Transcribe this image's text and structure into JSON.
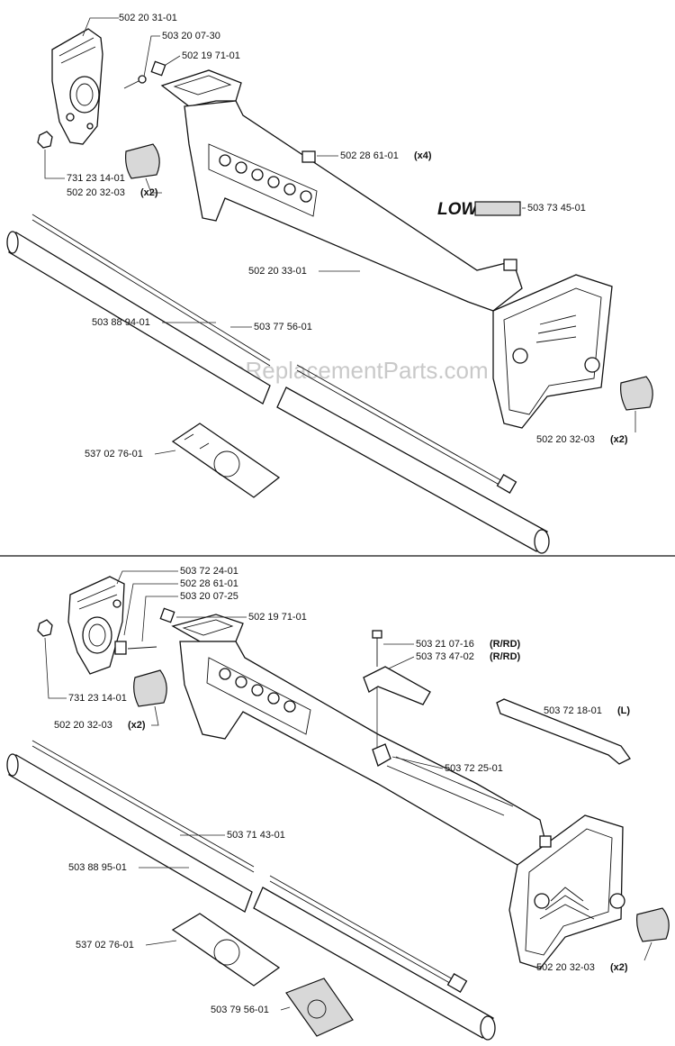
{
  "watermark": "eReplacementParts.com",
  "logo_text": "LOW",
  "top_labels": {
    "p1": "502 20 31-01",
    "p2": "503 20 07-30",
    "p3": "502 19 71-01",
    "p4": "502 28 61-01",
    "p4q": "(x4)",
    "p5": "503 73 45-01",
    "p6": "731 23 14-01",
    "p7": "502 20 32-03",
    "p7q": "(x2)",
    "p8": "502 20 33-01",
    "p9": "503 88 94-01",
    "p10": "503 77 56-01",
    "p11": "537 02 76-01",
    "p12": "502 20 32-03",
    "p12q": "(x2)"
  },
  "bottom_labels": {
    "p1": "503 72 24-01",
    "p2": "502 28 61-01",
    "p3": "503 20 07-25",
    "p4": "502 19 71-01",
    "p5": "503 21 07-16",
    "p5q": "(R/RD)",
    "p6": "503 73 47-02",
    "p6q": "(R/RD)",
    "p7": "731 23 14-01",
    "p8": "503 72 18-01",
    "p8q": "(L)",
    "p9": "502 20 32-03",
    "p9q": "(x2)",
    "p10": "503 72 25-01",
    "p11": "503 71 43-01",
    "p12": "503 88 95-01",
    "p13": "537 02 76-01",
    "p14": "502 20 32-03",
    "p14q": "(x2)",
    "p15": "503 79 56-01"
  }
}
